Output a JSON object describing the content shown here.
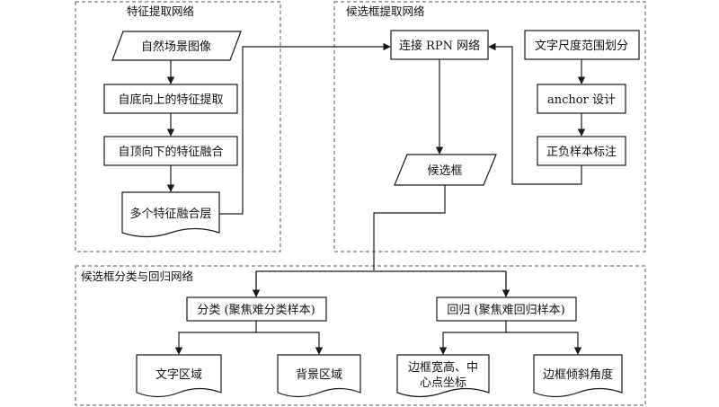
{
  "groups": {
    "feature": "特征提取网络",
    "proposal": "候选框提取网络",
    "classify": "候选框分类与回归网络"
  },
  "nodes": {
    "natural_image": "自然场景图像",
    "bottom_up": "自底向上的特征提取",
    "top_down": "自顶向下的特征融合",
    "multi_layer": "多个特征融合层",
    "rpn": "连接 RPN 网络",
    "text_scale": "文字尺度范围划分",
    "anchor": "anchor 设计",
    "pos_neg": "正负样本标注",
    "candidate": "候选框",
    "classification": "分类 (聚焦难分类样本)",
    "regression": "回归 (聚焦难回归样本)",
    "text_region": "文字区域",
    "bg_region": "背景区域",
    "box_size_line1": "边框宽高、中",
    "box_size_line2": "心点坐标",
    "box_angle": "边框倾斜角度"
  }
}
